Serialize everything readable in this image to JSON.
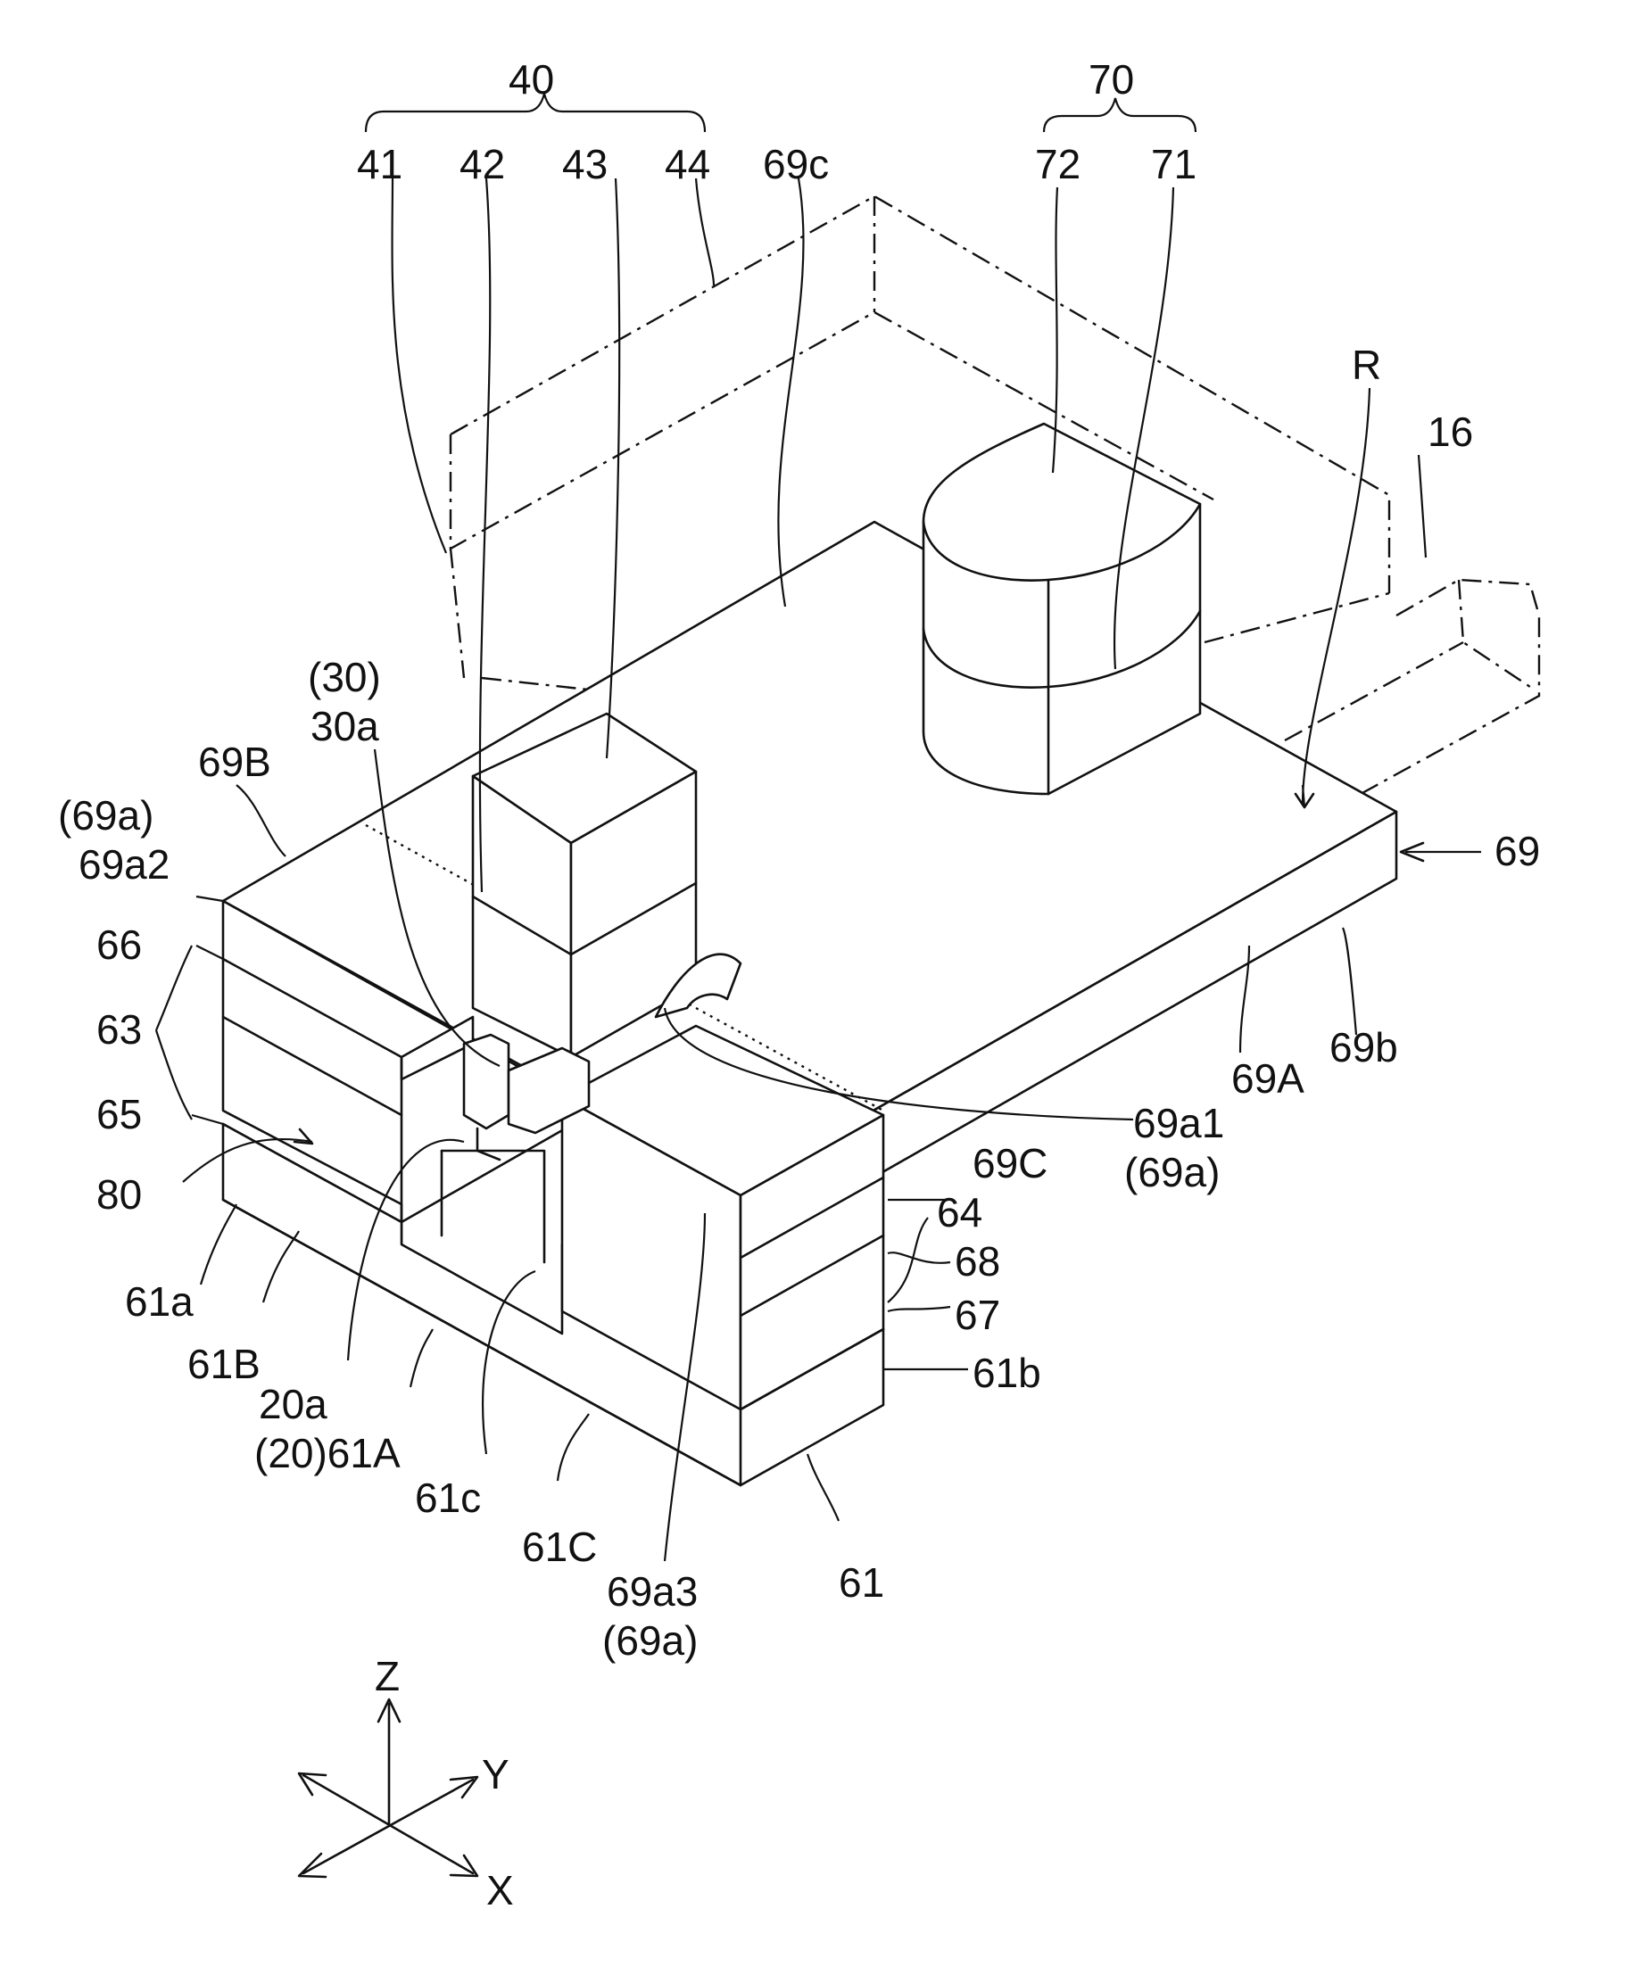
{
  "labels": {
    "l40": "40",
    "l70": "70",
    "l41": "41",
    "l42": "42",
    "l43": "43",
    "l44": "44",
    "l69c": "69c",
    "l72": "72",
    "l71": "71",
    "lR": "R",
    "l16": "16",
    "l30p": "(30)",
    "l30a": "30a",
    "l69B": "69B",
    "l69ap": "(69a)",
    "l69a2": "69a2",
    "l66": "66",
    "l63": "63",
    "l65": "65",
    "l80": "80",
    "l61a": "61a",
    "l61B": "61B",
    "l20a": "20a",
    "l20p61A": "(20)61A",
    "l61c": "61c",
    "l61C": "61C",
    "l69a3": "69a3",
    "l69ap3": "(69a)",
    "l61": "61",
    "l61b": "61b",
    "l67": "67",
    "l68": "68",
    "l64": "64",
    "l69C": "69C",
    "l69a1": "69a1",
    "l69ap1": "(69a)",
    "l69A": "69A",
    "l69b": "69b",
    "l69": "69",
    "axisZ": "Z",
    "axisY": "Y",
    "axisX": "X"
  }
}
